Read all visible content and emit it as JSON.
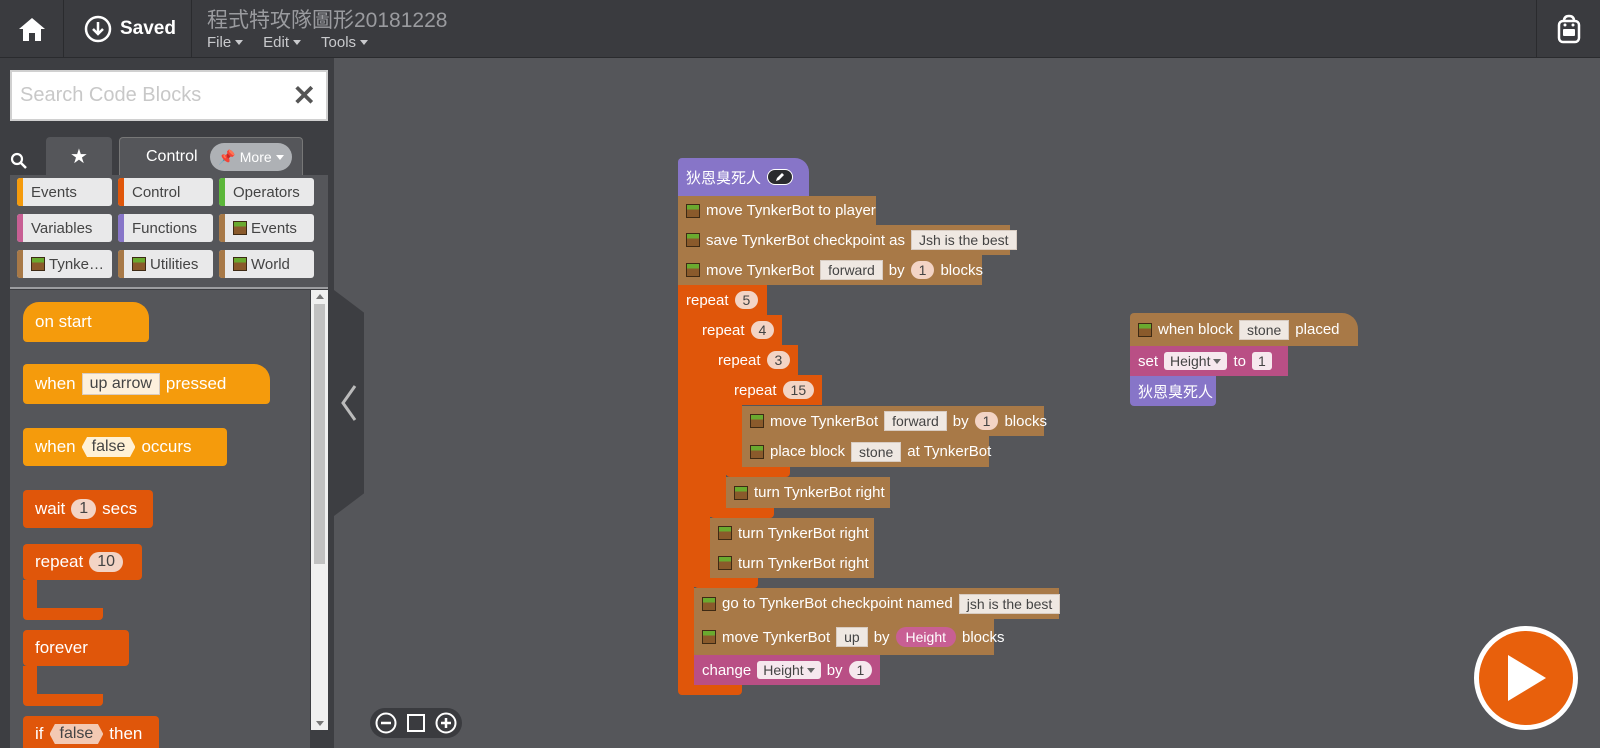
{
  "header": {
    "home_icon": "home-icon",
    "saved_label": "Saved",
    "project_title": "程式特攻隊圖形20181228",
    "menus": [
      "File",
      "Edit",
      "Tools"
    ],
    "backpack_icon": "backpack-icon"
  },
  "sidebar": {
    "search_placeholder": "Search Code Blocks",
    "tab_control": "Control",
    "more_label": "More",
    "categories": [
      {
        "label": "Events",
        "color": "#f59b0c"
      },
      {
        "label": "Control",
        "color": "#e0560a"
      },
      {
        "label": "Operators",
        "color": "#5cb73a"
      },
      {
        "label": "Variables",
        "color": "#c85f94"
      },
      {
        "label": "Functions",
        "color": "#8775c8"
      },
      {
        "label": "Events",
        "color": "#a87947"
      },
      {
        "label": "Tynke…",
        "color": "#a87947"
      },
      {
        "label": "Utilities",
        "color": "#a87947"
      },
      {
        "label": "World",
        "color": "#a87947"
      }
    ],
    "palette": {
      "on_start": "on start",
      "when": "when",
      "up_arrow": "up arrow",
      "pressed": "pressed",
      "false_val": "false",
      "occurs": "occurs",
      "wait": "wait",
      "wait_val": "1",
      "secs": "secs",
      "repeat": "repeat",
      "repeat_val": "10",
      "forever": "forever",
      "if_label": "if",
      "then_label": "then"
    }
  },
  "workspace": {
    "func_name": "狄恩臭死人",
    "move_to_player": "move TynkerBot to player",
    "save_checkpoint": "save TynkerBot checkpoint as",
    "checkpoint_name": "Jsh is the best",
    "move_tynkerbot": "move TynkerBot",
    "forward": "forward",
    "by": "by",
    "one": "1",
    "blocks": "blocks",
    "repeat": "repeat",
    "r5": "5",
    "r4": "4",
    "r3": "3",
    "r15": "15",
    "place_block": "place block",
    "stone": "stone",
    "at_tynkerbot": "at TynkerBot",
    "turn_right": "turn TynkerBot right",
    "go_checkpoint": "go to TynkerBot checkpoint named",
    "checkpoint_name2": "jsh is the best",
    "up": "up",
    "height_var": "Height",
    "change": "change",
    "when_block": "when block",
    "placed": "placed",
    "set": "set",
    "to": "to"
  },
  "controls": {
    "zoom_out_icon": "zoom-out-icon",
    "zoom_reset_icon": "zoom-reset-icon",
    "zoom_in_icon": "zoom-in-icon",
    "run_icon": "play-icon"
  }
}
